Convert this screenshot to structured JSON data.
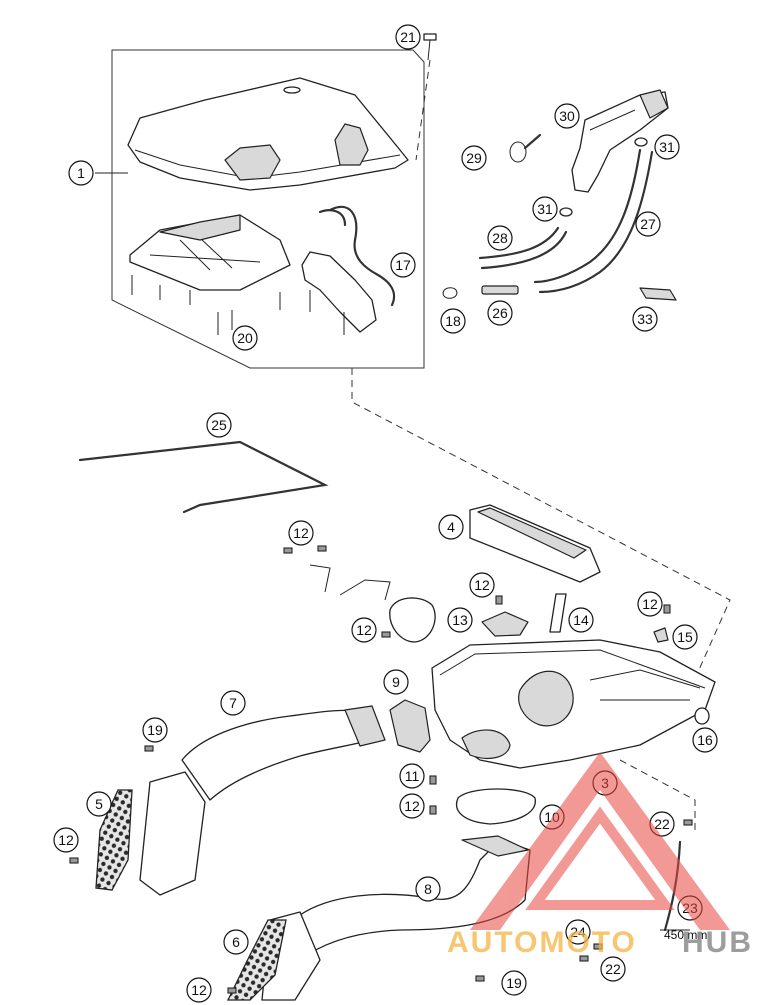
{
  "diagram": {
    "callouts": [
      "1",
      "20",
      "21",
      "17",
      "30",
      "29",
      "31",
      "27",
      "28",
      "18",
      "26",
      "33",
      "25",
      "4",
      "12",
      "13",
      "14",
      "15",
      "9",
      "7",
      "16",
      "19",
      "11",
      "3",
      "5",
      "10",
      "22",
      "8",
      "23",
      "24",
      "6"
    ],
    "dimension_label": "450 mm",
    "watermark": {
      "text_a": "AUTOMOTO",
      "text_b": "HUB",
      "color_a": "#f5b342",
      "color_b": "#8c8c8c",
      "logo_color": "#e8473f"
    }
  }
}
